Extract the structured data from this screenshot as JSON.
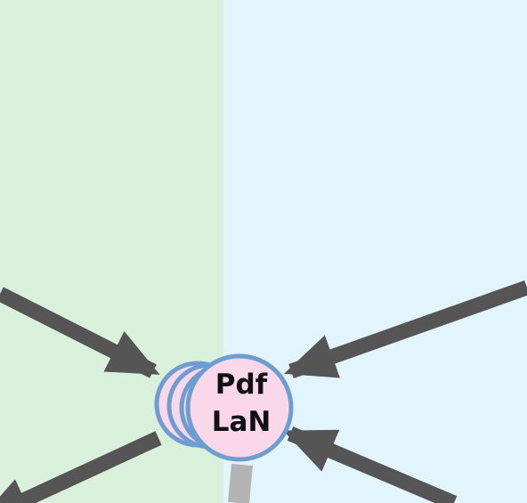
{
  "colors": {
    "left_panel": "#d9f0da",
    "right_panel": "#e2f5fd",
    "node_fill": "#fbd7ea",
    "node_stroke": "#6c9ed2",
    "arrow": "#555555",
    "connector": "#b3b3b3"
  },
  "node": {
    "label_line1": "Pdf",
    "label_line2": "LaN",
    "stack_count": 4
  }
}
